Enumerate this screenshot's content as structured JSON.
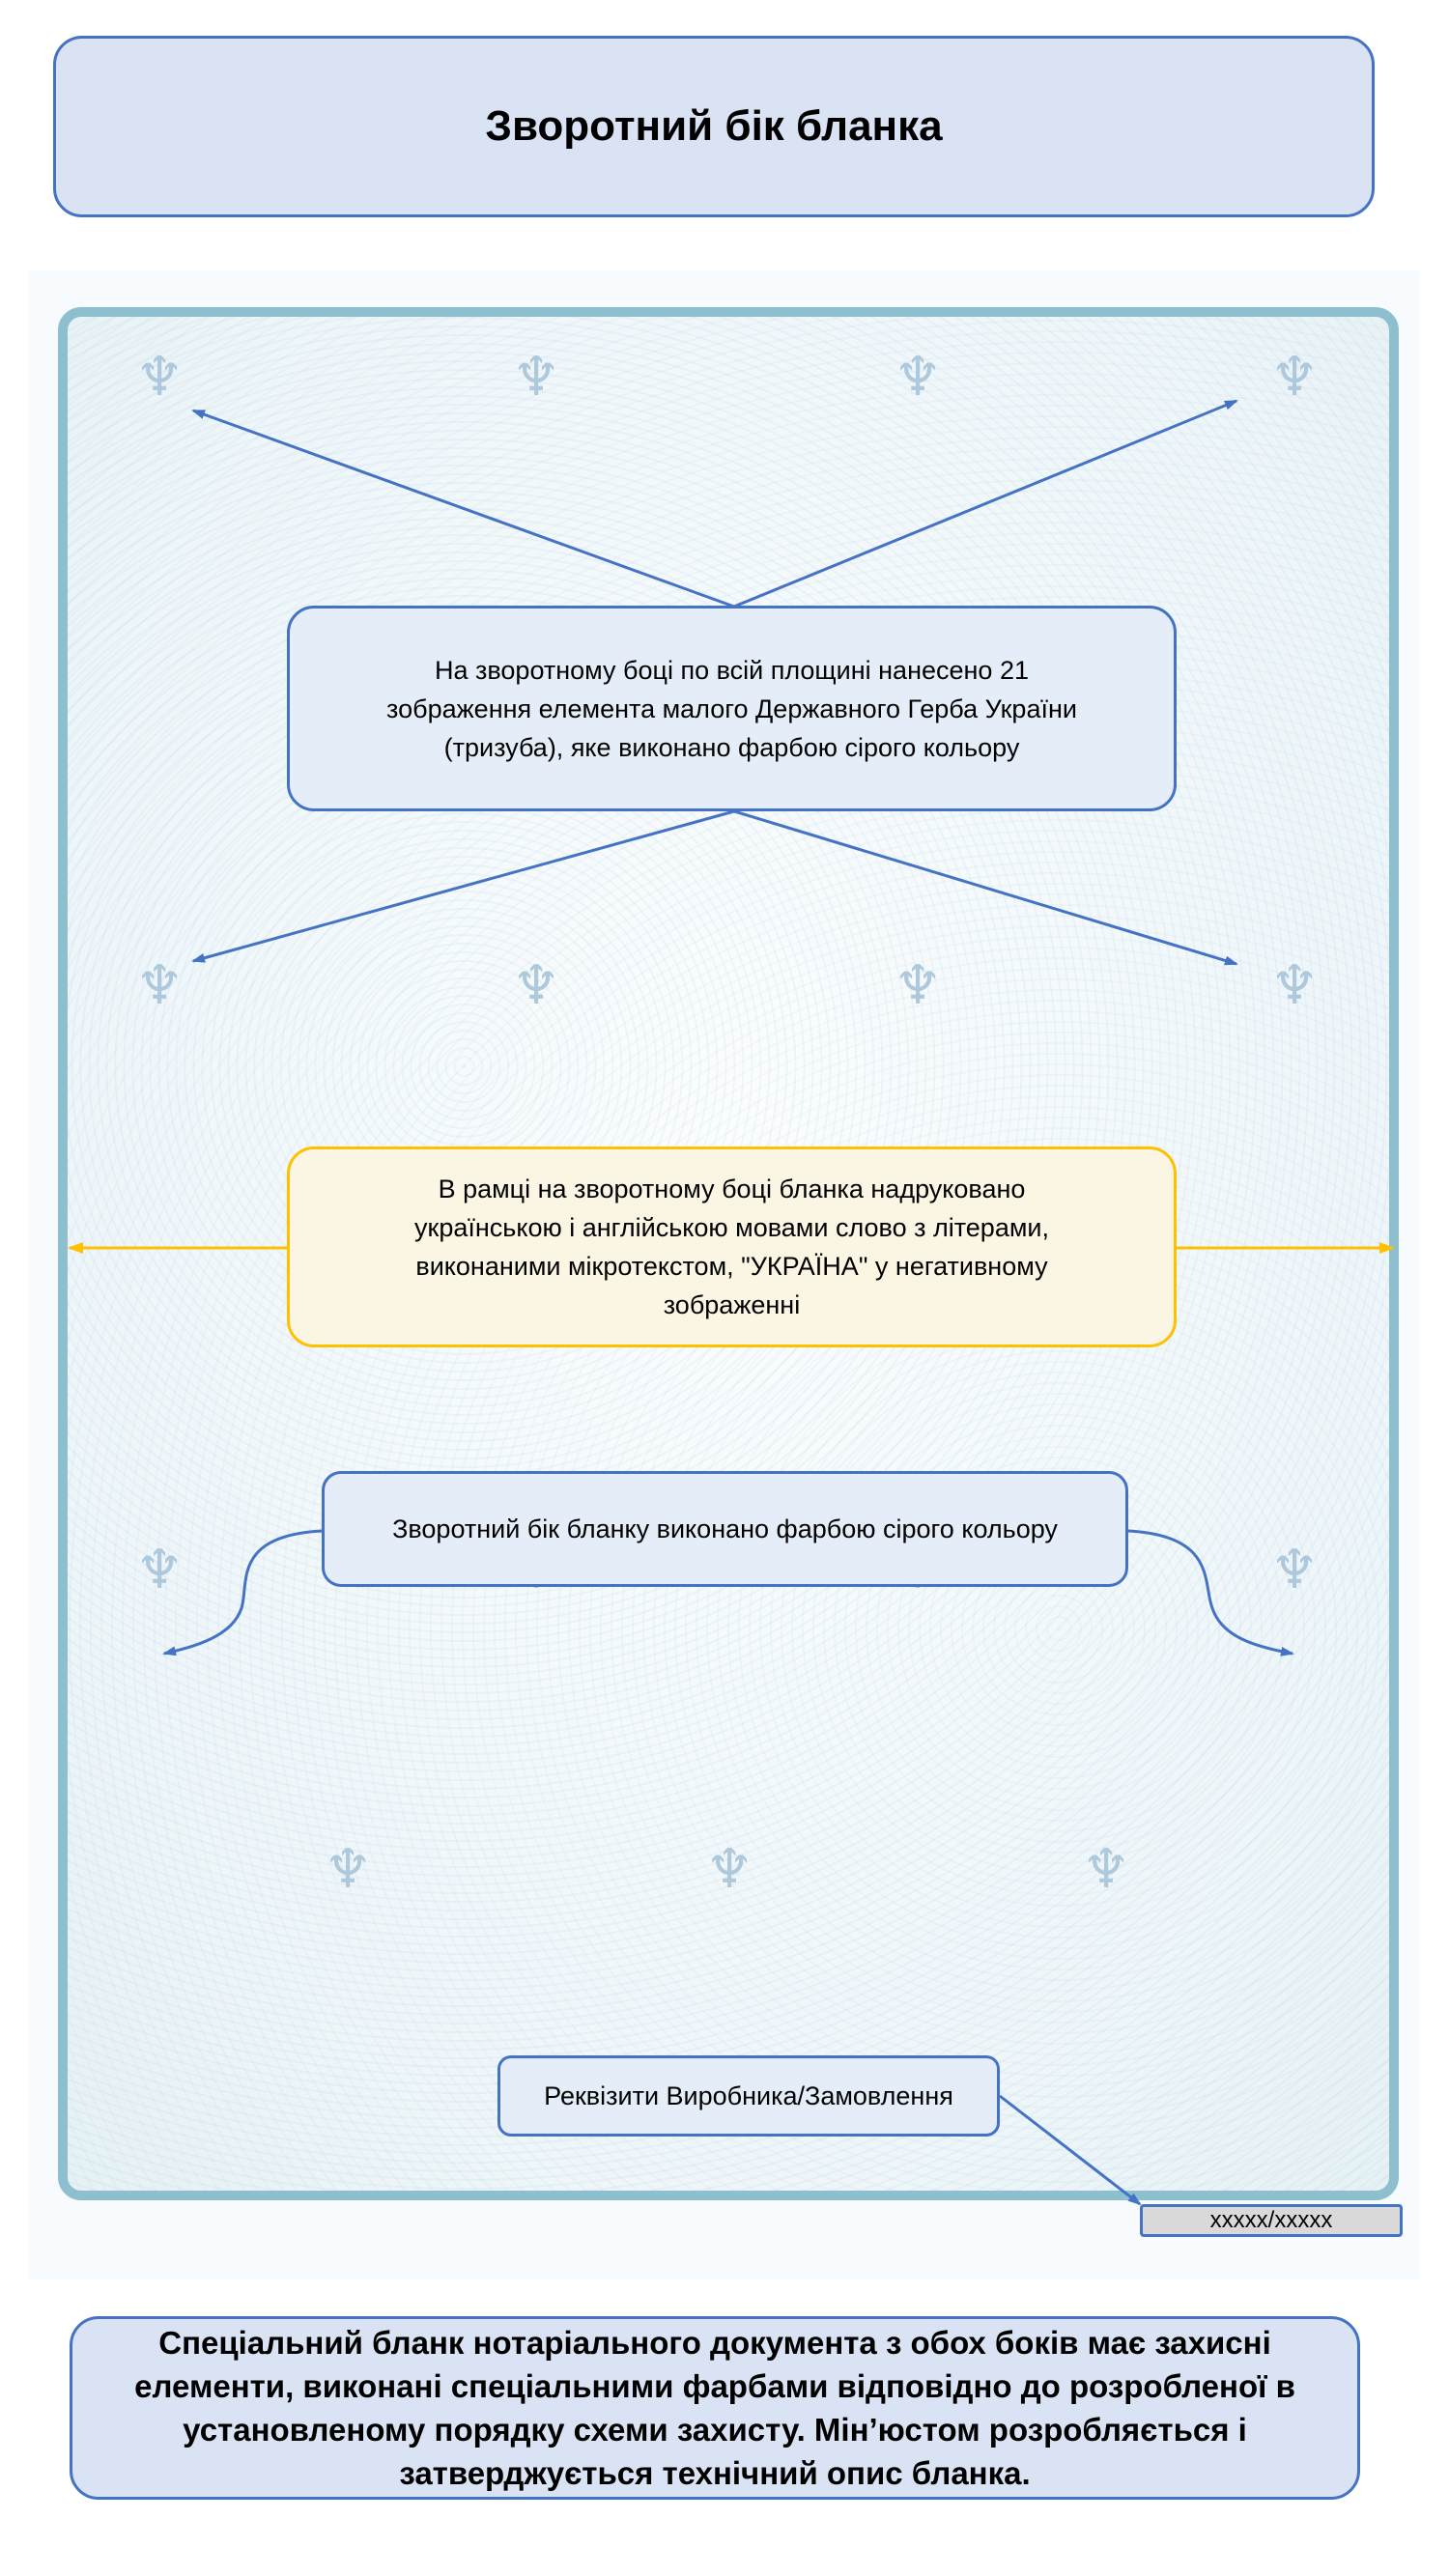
{
  "header": {
    "title": "Зворотний бік бланка"
  },
  "callouts": {
    "trident": {
      "lines": [
        "На зворотному боці по всій площині нанесено 21",
        "зображення елемента малого Державного Герба України",
        "(тризуба), яке виконано фарбою сірого кольору"
      ]
    },
    "frame": {
      "lines": [
        "В рамці на зворотному боці бланка надруковано",
        "українською і англійською мовами слово з літерами,",
        "виконаними мікротекстом, \"УКРАЇНА\" у негативному",
        "зображенні"
      ]
    },
    "gray": {
      "text": "Зворотний бік бланку виконано фарбою сірого кольору"
    },
    "producer": {
      "text": "Реквізити Виробника/Замовлення"
    }
  },
  "serial": {
    "text": "xxxxx/xxxxx"
  },
  "footer": {
    "lines": [
      "Спеціальний бланк нотаріального документа з обох боків має захисні",
      "елементи, виконані спеціальними фарбами відповідно до розробленої в",
      "установленому порядку схеми захисту. Мін’юстом розробляється і",
      "затверджується технічний опис бланка."
    ]
  },
  "colors": {
    "accent_blue": "#4472c4",
    "accent_yellow": "#ffc000",
    "box_fill": "#dae3f3",
    "frame": "#8dbfcf"
  },
  "icons": {
    "trident": "trident-icon"
  }
}
